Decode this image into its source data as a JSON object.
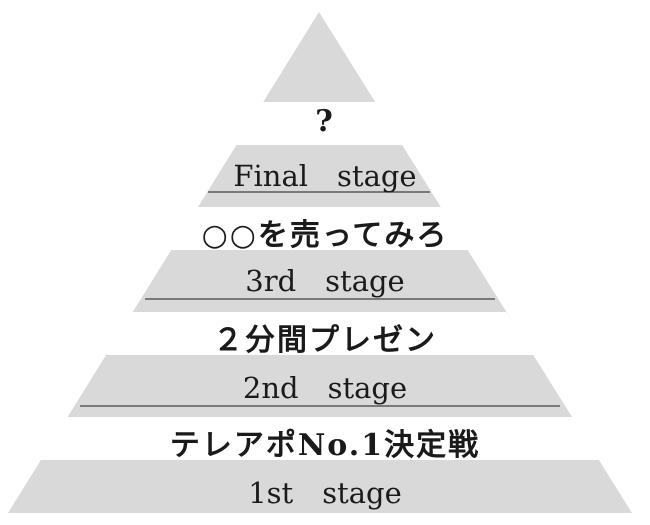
{
  "pyramid": {
    "tiers": [
      {
        "stage": "1st　stage",
        "title": "テレアポNo.1決定戦"
      },
      {
        "stage": "2nd　stage",
        "title": "２分間プレゼン"
      },
      {
        "stage": "3rd　stage",
        "title": "○○を売ってみろ"
      },
      {
        "stage": "Final　stage",
        "title": "?"
      }
    ],
    "colors": {
      "fill": "#d9d9d9",
      "band": "#ffffff",
      "line": "#404040",
      "text": "#1a1a1a"
    }
  }
}
